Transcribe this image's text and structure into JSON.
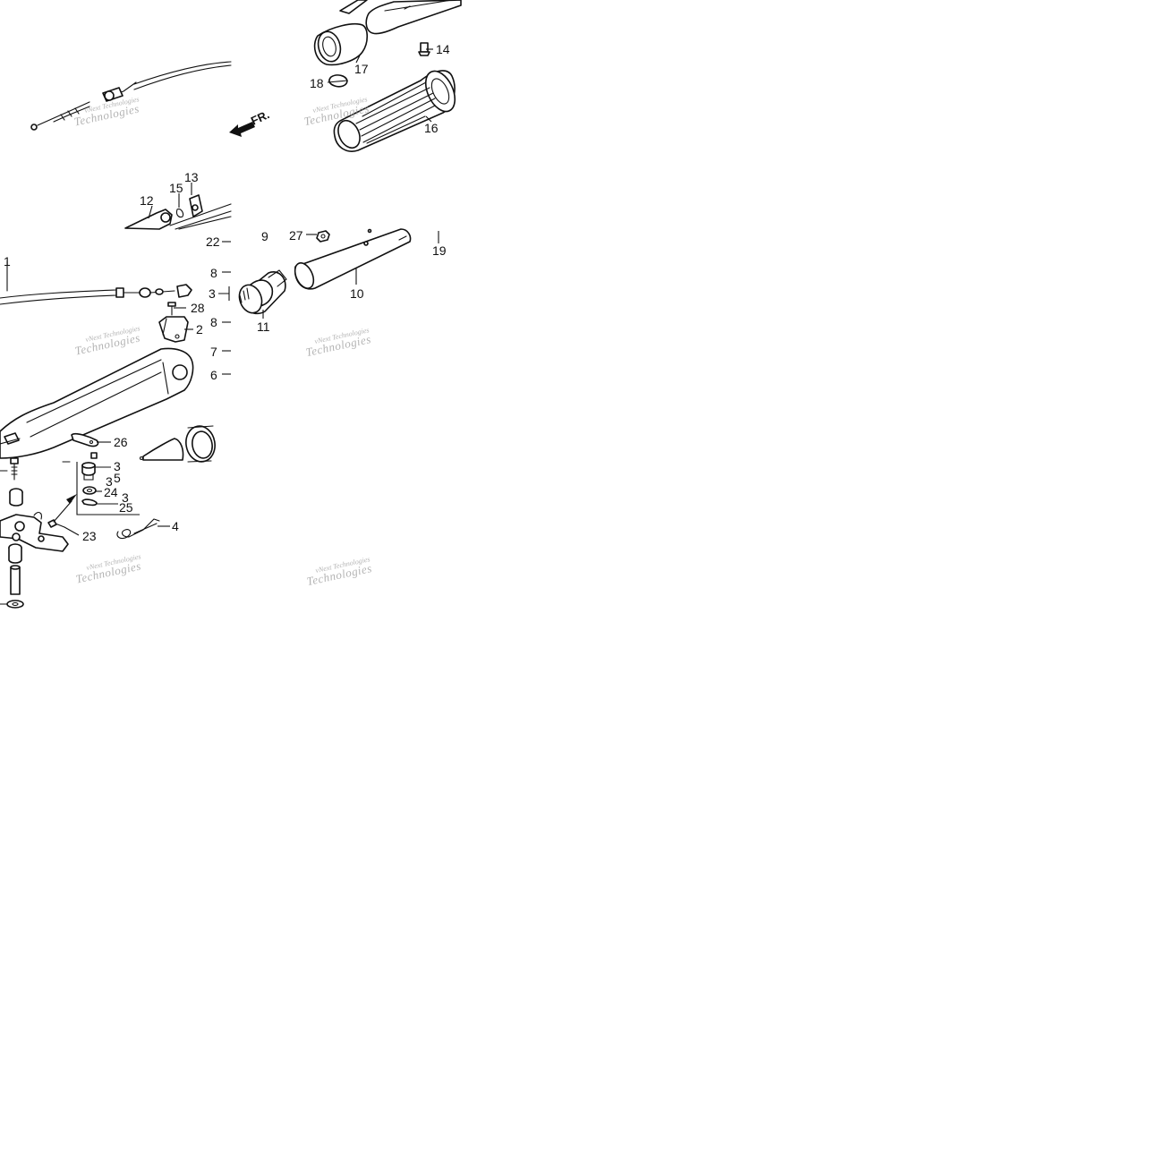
{
  "direction_label": "FR.",
  "watermarks": [
    {
      "line1": "vNext Technologies",
      "line2": "Technologies"
    },
    {
      "line1": "vNext Technologies",
      "line2": "Technologies"
    },
    {
      "line1": "vNext Technologies",
      "line2": "Technologies"
    },
    {
      "line1": "vNext Technologies",
      "line2": "Technologies"
    },
    {
      "line1": "vNext Technologies",
      "line2": "Technologies"
    },
    {
      "line1": "vNext Technologies",
      "line2": "Technologies"
    }
  ],
  "callouts": {
    "c1": "1",
    "c2": "2",
    "c3a": "3",
    "c3b": "3",
    "c3c": "3",
    "c3d": "3",
    "c4": "4",
    "c5": "5",
    "c6": "6",
    "c7": "7",
    "c8a": "8",
    "c8b": "8",
    "c9": "9",
    "c10": "10",
    "c11": "11",
    "c12": "12",
    "c13": "13",
    "c14": "14",
    "c15": "15",
    "c16": "16",
    "c17": "17",
    "c18": "18",
    "c19": "19",
    "c22": "22",
    "c23": "23",
    "c24": "24",
    "c25": "25",
    "c26": "26",
    "c27": "27",
    "c28": "28"
  }
}
